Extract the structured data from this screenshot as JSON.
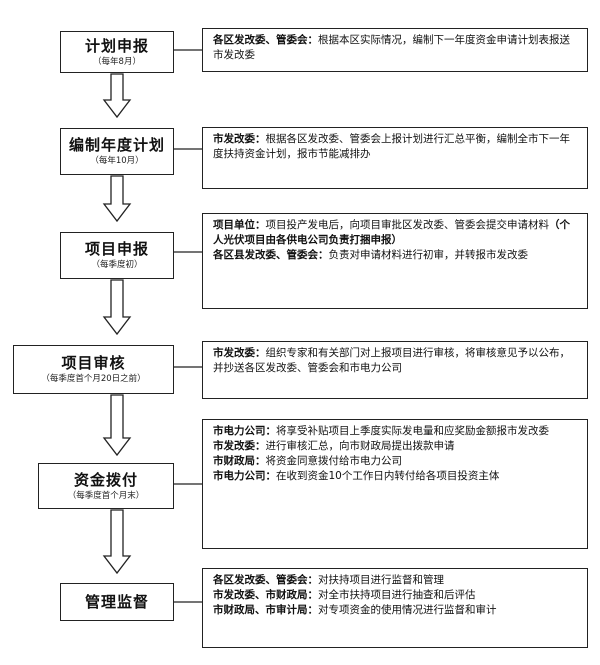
{
  "steps": [
    {
      "title": "计划申报",
      "note": "（每年8月）"
    },
    {
      "title": "编制年度计划",
      "note": "（每年10月）"
    },
    {
      "title": "项目申报",
      "note": "（每季度初）"
    },
    {
      "title": "项目审核",
      "note": "（每季度首个月20日之前）"
    },
    {
      "title": "资金拨付",
      "note": "（每季度首个月末）"
    },
    {
      "title": "管理监督",
      "note": ""
    }
  ],
  "details": [
    [
      {
        "org": "各区发改委、管委会：",
        "text": "根据本区实际情况，编制下一年度资金申请计划表报送市发改委"
      }
    ],
    [
      {
        "org": "市发改委：",
        "text": "根据各区发改委、管委会上报计划进行汇总平衡，编制全市下一年度扶持资金计划，报市节能减排办"
      }
    ],
    [
      {
        "org": "项目单位：",
        "text": "项目投产发电后，向项目审批区发改委、管委会提交申请材料",
        "strong": "（个人光伏项目由各供电公司负责打捆申报）"
      },
      {
        "org": "各区县发改委、管委会：",
        "text": "负责对申请材料进行初审，并转报市发改委"
      }
    ],
    [
      {
        "org": "市发改委：",
        "text": "组织专家和有关部门对上报项目进行审核，将审核意见予以公布，并抄送各区发改委、管委会和市电力公司"
      }
    ],
    [
      {
        "org": "市电力公司：",
        "text": "将享受补贴项目上季度实际发电量和应奖励金额报市发改委"
      },
      {
        "org": "市发改委：",
        "text": "进行审核汇总，向市财政局提出拨款申请"
      },
      {
        "org": "市财政局：",
        "text": "将资金同意拨付给市电力公司"
      },
      {
        "org": "市电力公司：",
        "text": "在收到资金10个工作日内转付给各项目投资主体"
      }
    ],
    [
      {
        "org": "各区发改委、管委会：",
        "text": "对扶持项目进行监督和管理"
      },
      {
        "org": "市发改委、市财政局：",
        "text": "对全市扶持项目进行抽查和后评估"
      },
      {
        "org": "市财政局、市审计局：",
        "text": "对专项资金的使用情况进行监督和审计"
      }
    ]
  ]
}
